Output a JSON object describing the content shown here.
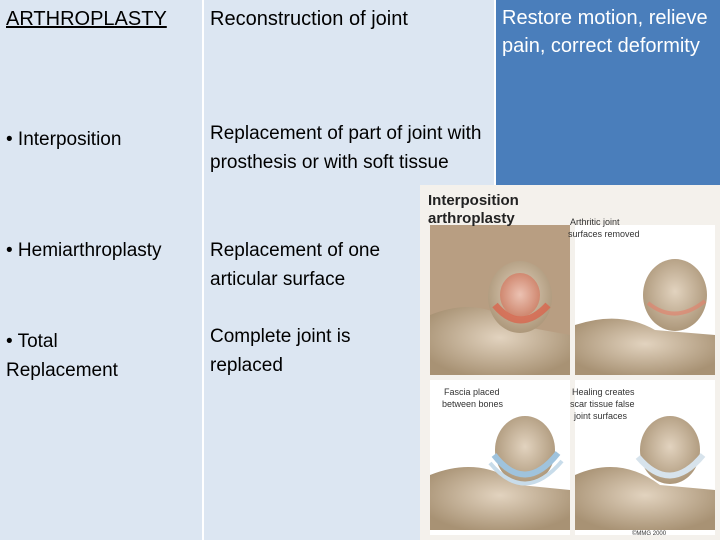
{
  "table": {
    "header": {
      "title": "ARTHROPLASTY",
      "definition": "Reconstruction of joint",
      "purpose": "Restore motion, relieve pain, correct deformity"
    },
    "rows": [
      {
        "type": "• Interposition",
        "description": "Replacement of part of joint with prosthesis or with soft tissue"
      },
      {
        "type": "• Hemiarthroplasty",
        "description": "Replacement of one articular surface"
      },
      {
        "type": "• Total Replacement",
        "description": "Complete joint is replaced"
      }
    ]
  },
  "illustration": {
    "title_line1": "Interposition",
    "title_line2": "arthroplasty",
    "label_tr_line1": "Arthritic joint",
    "label_tr_line2": "surfaces removed",
    "label_bl_line1": "Fascia placed",
    "label_bl_line2": "between bones",
    "label_br_line1": "Healing creates",
    "label_br_line2": "scar tissue false",
    "label_br_line3": "joint surfaces",
    "copyright": "©MMG 2000"
  },
  "colors": {
    "cell_light": "#dce6f2",
    "cell_accent": "#4a7ebb"
  }
}
